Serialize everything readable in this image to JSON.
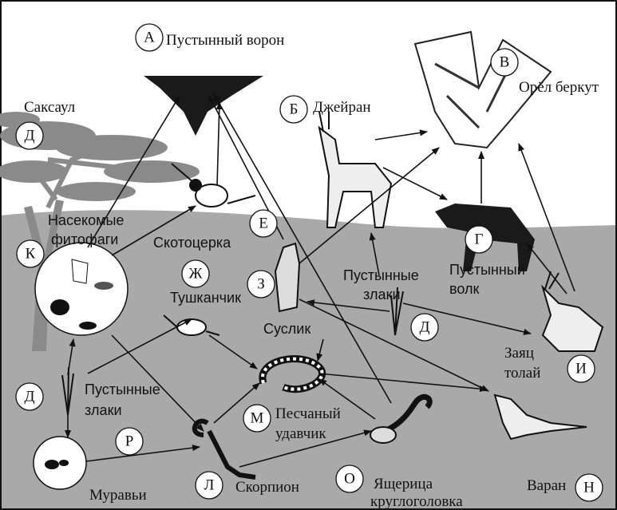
{
  "title": "Пищевая сеть пустыни",
  "organisms": {
    "crow": {
      "letter": "А",
      "name": "Пустынный ворон"
    },
    "jeyran": {
      "letter": "Б",
      "name": "Джейран"
    },
    "eagle": {
      "letter": "В",
      "name": "Орёл беркут"
    },
    "wolf": {
      "letter": "Г",
      "name1": "Пустынный",
      "name2": "волк"
    },
    "saxaul": {
      "letter": "Д",
      "name": "Саксаул"
    },
    "grass_right": {
      "letter": "Д",
      "name1": "Пустынные",
      "name2": "злаки"
    },
    "grass_left": {
      "letter": "Д",
      "name1": "Пустынные",
      "name2": "злаки"
    },
    "locust": {
      "letter": "Е",
      "name": "Скотоцерка"
    },
    "jerboa": {
      "letter": "Ж",
      "name": "Тушканчик"
    },
    "gopher": {
      "letter": "З",
      "name": "Суслик"
    },
    "hare": {
      "letter": "И",
      "name1": "Заяц",
      "name2": "толай"
    },
    "insects": {
      "letter": "К",
      "name1": "Насекомые",
      "name2": "фитофаги"
    },
    "scorpion": {
      "letter": "Л",
      "name": "Скорпион"
    },
    "boa": {
      "letter": "М",
      "name1": "Песчаный",
      "name2": "удавчик"
    },
    "monitor": {
      "letter": "Н",
      "name": "Варан"
    },
    "lizard": {
      "letter": "О",
      "name1": "Ящерица",
      "name2": "круглоголовка"
    },
    "ants": {
      "letter": "Р",
      "name": "Муравьи"
    }
  },
  "colors": {
    "ground": "#a9a9a9",
    "sky": "#ffffff",
    "tree": "#8a8a8a"
  }
}
